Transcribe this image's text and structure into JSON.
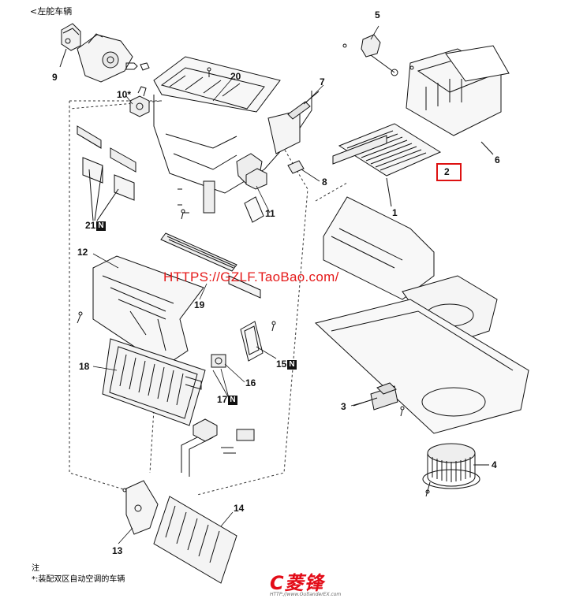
{
  "header": {
    "title": "<左舵车辆"
  },
  "watermark": {
    "url_text": "HTTPS://GZLF.TaoBao.com/"
  },
  "labels": {
    "p1": "1",
    "p2": "2",
    "p3": "3",
    "p4": "4",
    "p5": "5",
    "p6": "6",
    "p7": "7",
    "p8": "8",
    "p9": "9",
    "p10": "10*",
    "p11": "11",
    "p12": "12",
    "p13": "13",
    "p14": "14",
    "p15": "15",
    "p16": "16",
    "p17": "17",
    "p18": "18",
    "p19": "19",
    "p20": "20",
    "p21": "21"
  },
  "badge": {
    "n": "N"
  },
  "note": {
    "title": "注",
    "text": "*:装配双区自动空调的车辆"
  },
  "logo": {
    "brand": "C菱锋",
    "url": "HTTP://www.OutlanderEX.com"
  },
  "colors": {
    "line": "#111111",
    "accent_red": "#e51a1a",
    "callout": "#dd1111"
  }
}
